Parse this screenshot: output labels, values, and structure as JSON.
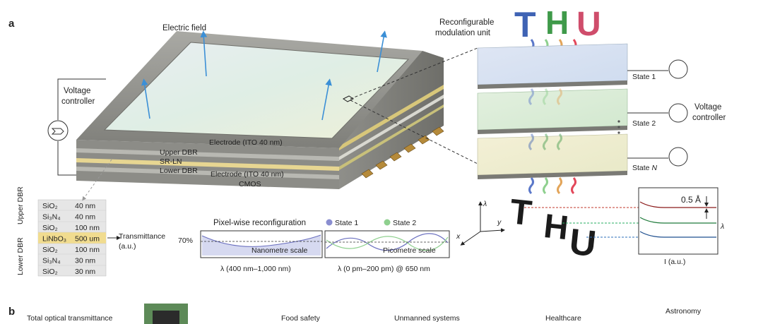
{
  "panel_a": {
    "label": "a",
    "electric_field": "Electric field",
    "voltage_controller_left": [
      "Voltage",
      "controller"
    ],
    "electrode_top": "Electrode (ITO 40 nm)",
    "upper_dbr": "Upper DBR",
    "sr_ln": "SR-LN",
    "lower_dbr": "Lower DBR",
    "electrode_bottom": "Electrode (ITO 40 nm)",
    "cmos": "CMOS",
    "reconfigurable_unit": [
      "Reconfigurable",
      "modulation unit"
    ],
    "thu_top": [
      "T",
      "H",
      "U"
    ],
    "state_1": "State 1",
    "state_2": "State 2",
    "state_n_prefix": "State ",
    "state_n_italic": "N",
    "voltage_controller_right": [
      "Voltage",
      "controller"
    ],
    "layer_stack": {
      "upper_group": "Upper DBR",
      "lower_group": "Lower DBR",
      "rows": [
        {
          "material": "SiO₂",
          "thickness": "40 nm"
        },
        {
          "material": "Si₃N₄",
          "thickness": "40 nm"
        },
        {
          "material": "SiO₂",
          "thickness": "100 nm"
        },
        {
          "material": "LiNbO₃",
          "thickness": "500 um"
        },
        {
          "material": "SiO₂",
          "thickness": "100 nm"
        },
        {
          "material": "Si₃N₄",
          "thickness": "30 nm"
        },
        {
          "material": "SiO₂",
          "thickness": "30 nm"
        }
      ]
    },
    "transmittance": [
      "Transmittance",
      "(a.u.)"
    ],
    "pixel_wise_title": "Pixel-wise reconfiguration",
    "legend_state1": "State 1",
    "legend_state2": "State 2",
    "percent_70": "70%",
    "nanometre_scale": "Nanometre scale",
    "picometre_scale": "Picometre scale",
    "lambda_axis_1": "λ (400 nm–1,000 nm)",
    "lambda_axis_2": "λ (0 pm–200 pm) @ 650 nm",
    "axis_x": "x",
    "axis_y": "y",
    "axis_lambda": "λ",
    "thu_bottom": [
      "T",
      "H",
      "U"
    ],
    "angstrom": "0.5 Å",
    "spectrum_lambda": "λ",
    "intensity_label": "I (a.u.)"
  },
  "panel_b": {
    "label": "b",
    "items": [
      "Total optical transmittance",
      "Food safety",
      "Unmanned systems",
      "Healthcare",
      "Astronomy"
    ]
  },
  "colors": {
    "state1_dot": "#8a8ed0",
    "state2_dot": "#8fd08f",
    "field_arrow": "#3b8fd6",
    "thu_T": "#3f63b4",
    "thu_H": "#3f9a4a",
    "thu_U": "#cf4d6b",
    "lnb_row": "#f1dc8f"
  }
}
